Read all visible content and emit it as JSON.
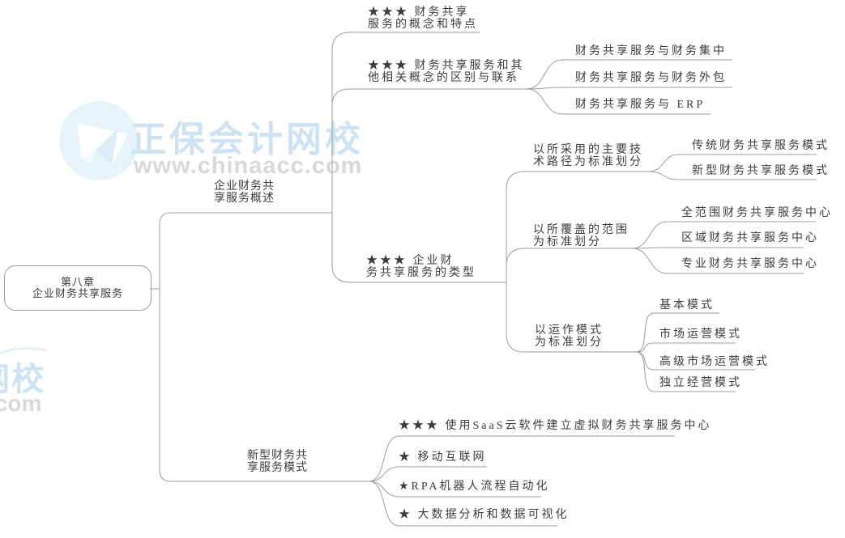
{
  "colors": {
    "background": "#ffffff",
    "line": "#9e9e9e",
    "text": "#3c3c3c",
    "watermark_blue": "#cde3f3",
    "watermark_gray": "#d8d8d8",
    "logo_circle": "#e7f3fb",
    "logo_glyph": "#ffffff"
  },
  "watermark": {
    "brand": "正保会计网校",
    "url": "www.chinaacc.com",
    "partial_brand": "网校",
    "partial_url": ".com",
    "logo_icon": "paper-plane-logo-icon"
  },
  "mindmap": {
    "root": {
      "label": "第八章\n企业财务共享服务"
    },
    "branches": [
      {
        "label": "企业财务共\n享服务概述",
        "children": [
          {
            "label": "★★★ 财务共享\n服务的概念和特点",
            "children": []
          },
          {
            "label": "★★★ 财务共享服务和其\n他相关概念的区别与联系",
            "children": [
              {
                "label": "财务共享服务与财务集中"
              },
              {
                "label": "财务共享服务与财务外包"
              },
              {
                "label": "财务共享服务与 ERP"
              }
            ]
          },
          {
            "label": "★★★ 企业财\n务共享服务的类型",
            "children": [
              {
                "label": "以所采用的主要技\n术路径为标准划分",
                "children": [
                  {
                    "label": "传统财务共享服务模式"
                  },
                  {
                    "label": "新型财务共享服务模式"
                  }
                ]
              },
              {
                "label": "以所覆盖的范围\n为标准划分",
                "children": [
                  {
                    "label": "全范围财务共享服务中心"
                  },
                  {
                    "label": "区域财务共享服务中心"
                  },
                  {
                    "label": "专业财务共享服务中心"
                  }
                ]
              },
              {
                "label": "以运作模式\n为标准划分",
                "children": [
                  {
                    "label": "基本模式"
                  },
                  {
                    "label": "市场运营模式"
                  },
                  {
                    "label": "高级市场运营模式"
                  },
                  {
                    "label": "独立经营模式"
                  }
                ]
              }
            ]
          }
        ]
      },
      {
        "label": "新型财务共\n享服务模式",
        "children": [
          {
            "label": "★★★ 使用SaaS云软件建立虚拟财务共享服务中心"
          },
          {
            "label": "★ 移动互联网"
          },
          {
            "label": "★RPA机器人流程自动化"
          },
          {
            "label": "★ 大数据分析和数据可视化"
          }
        ]
      }
    ]
  }
}
